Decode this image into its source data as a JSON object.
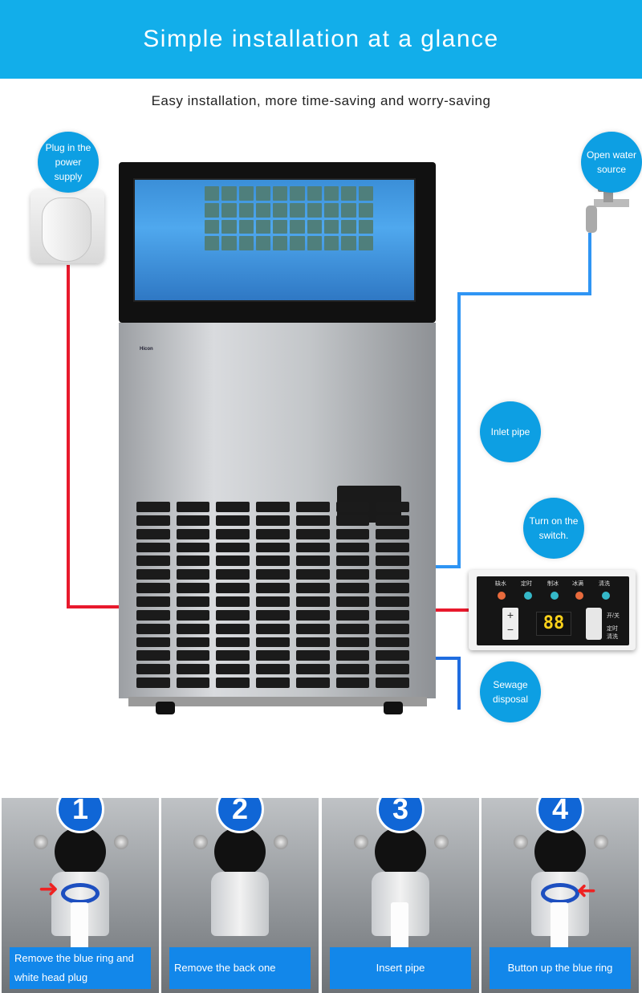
{
  "header": {
    "title": "Simple installation at a glance",
    "bg_color": "#12aeea"
  },
  "subtitle": "Easy installation, more time-saving and worry-saving",
  "callouts": {
    "power": "Plug in the power supply",
    "water": "Open water source",
    "inlet": "Inlet pipe",
    "switch": "Turn on the switch.",
    "sewage": "Sewage disposal"
  },
  "machine": {
    "brand": "Hicon"
  },
  "control_panel": {
    "labels": [
      "缺水",
      "定时",
      "制冰",
      "冰满",
      "清洗"
    ],
    "led_colors": [
      "#e86a3c",
      "#35b8c8",
      "#35b8c8",
      "#e86a3c",
      "#35b8c8"
    ],
    "display": "88",
    "plus": "+",
    "minus": "−",
    "side_top": "开/关",
    "side_bottom": "定时 清洗"
  },
  "pipe_colors": {
    "power": "#e8192c",
    "inlet": "#2f95f4",
    "sewage": "#1f6de0"
  },
  "steps": [
    {
      "number": "1",
      "caption": "Remove the blue ring and white head plug"
    },
    {
      "number": "2",
      "caption": "Remove the back one"
    },
    {
      "number": "3",
      "caption": "Insert pipe"
    },
    {
      "number": "4",
      "caption": "Button up the blue ring"
    }
  ]
}
